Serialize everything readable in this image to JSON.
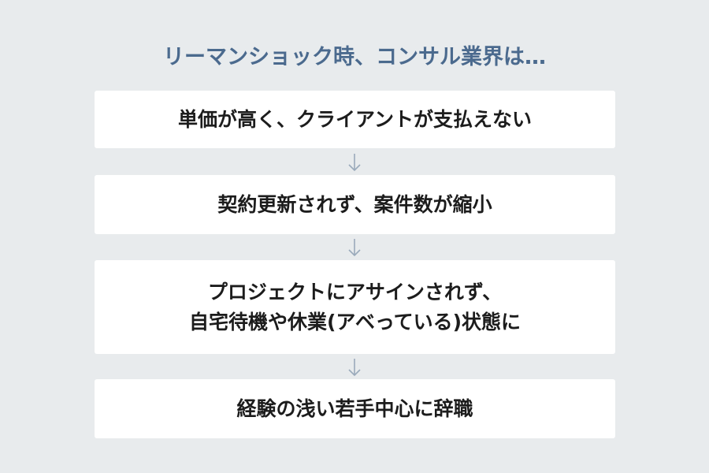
{
  "title": "リーマンショック時、コンサル業界は…",
  "steps": [
    {
      "text": "単価が高く、クライアントが支払えない"
    },
    {
      "text": "契約更新されず、案件数が縮小"
    },
    {
      "line1": "プロジェクトにアサインされず、",
      "line2": "自宅待機や休業(アベっている)状態に"
    },
    {
      "text": "経験の浅い若手中心に辞職"
    }
  ],
  "colors": {
    "background": "#e8ebed",
    "title": "#4b6a8e",
    "arrow": "#9aaabb",
    "box": "#ffffff"
  }
}
